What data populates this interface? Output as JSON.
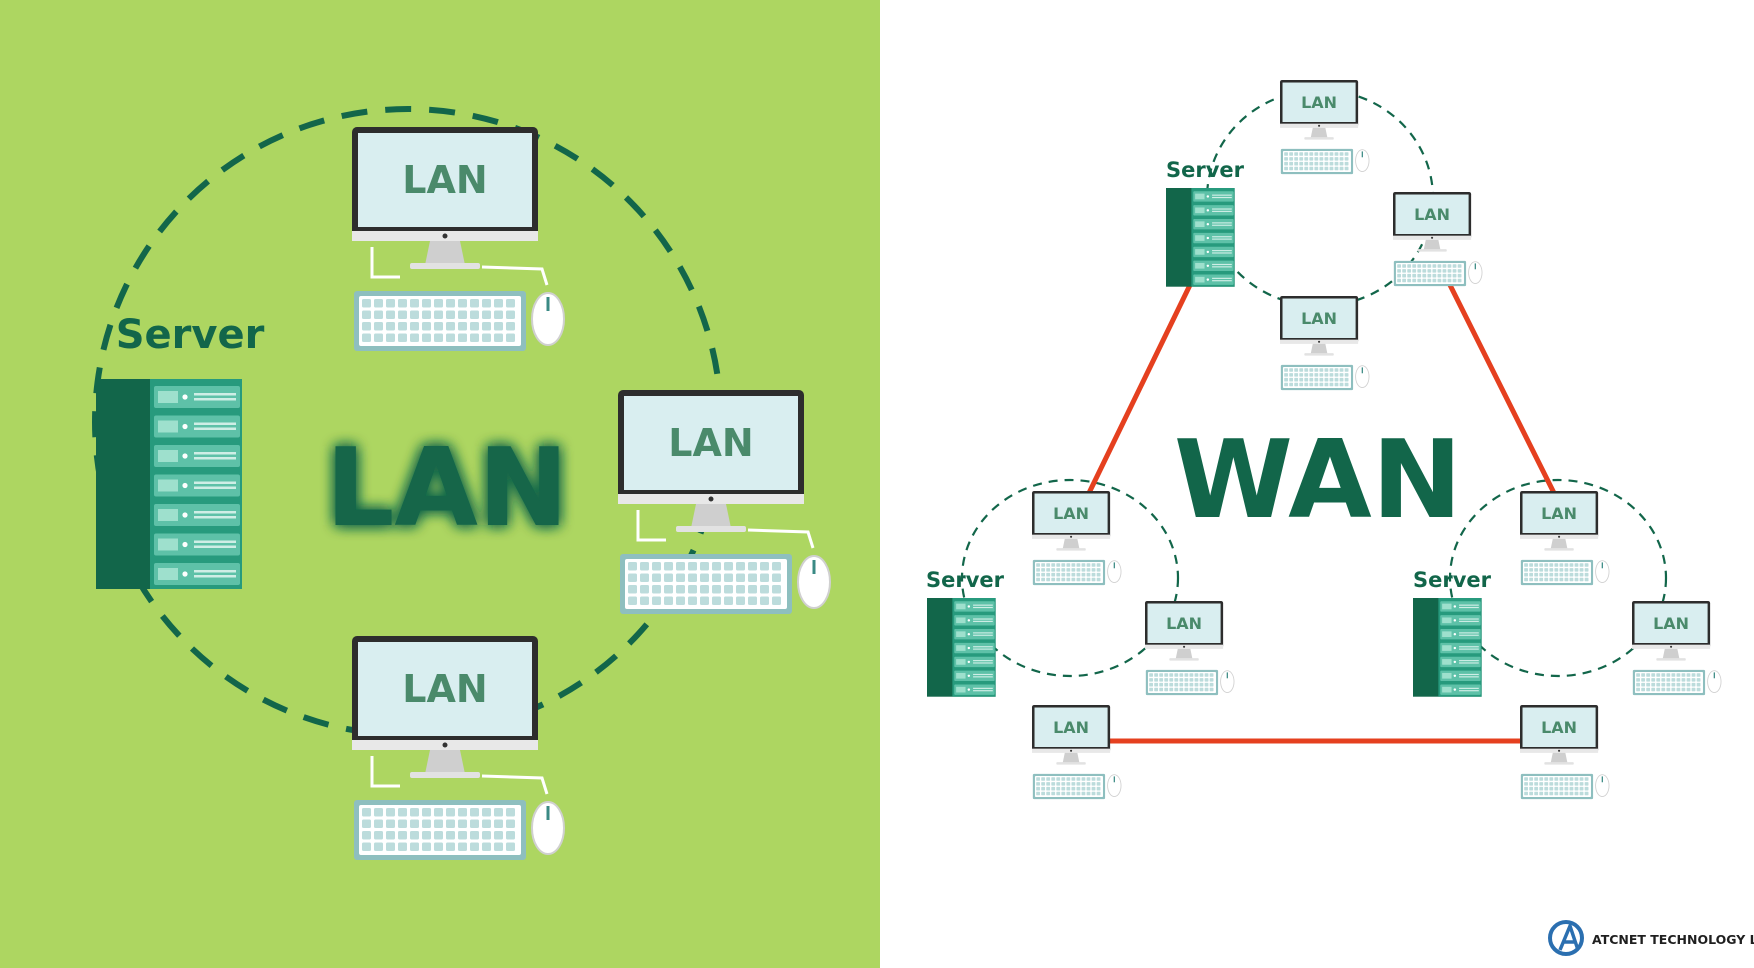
{
  "lan_diagram": {
    "title": "LAN",
    "server_label": "Server",
    "computer_labels": [
      "LAN",
      "LAN",
      "LAN"
    ]
  },
  "wan_diagram": {
    "title": "WAN",
    "clusters": [
      {
        "server_label": "Server",
        "computer_labels": [
          "LAN",
          "LAN",
          "LAN"
        ]
      },
      {
        "server_label": "Server",
        "computer_labels": [
          "LAN",
          "LAN",
          "LAN"
        ]
      },
      {
        "server_label": "Server",
        "computer_labels": [
          "LAN",
          "LAN",
          "LAN"
        ]
      }
    ]
  },
  "branding": {
    "company_name": "ATCNET TECHNOLOGY LIMITED"
  },
  "colors": {
    "lan_background": "#add661",
    "dark_green": "#12664a",
    "screen_fill": "#d9eef0",
    "wan_link_red": "#e5401f"
  }
}
